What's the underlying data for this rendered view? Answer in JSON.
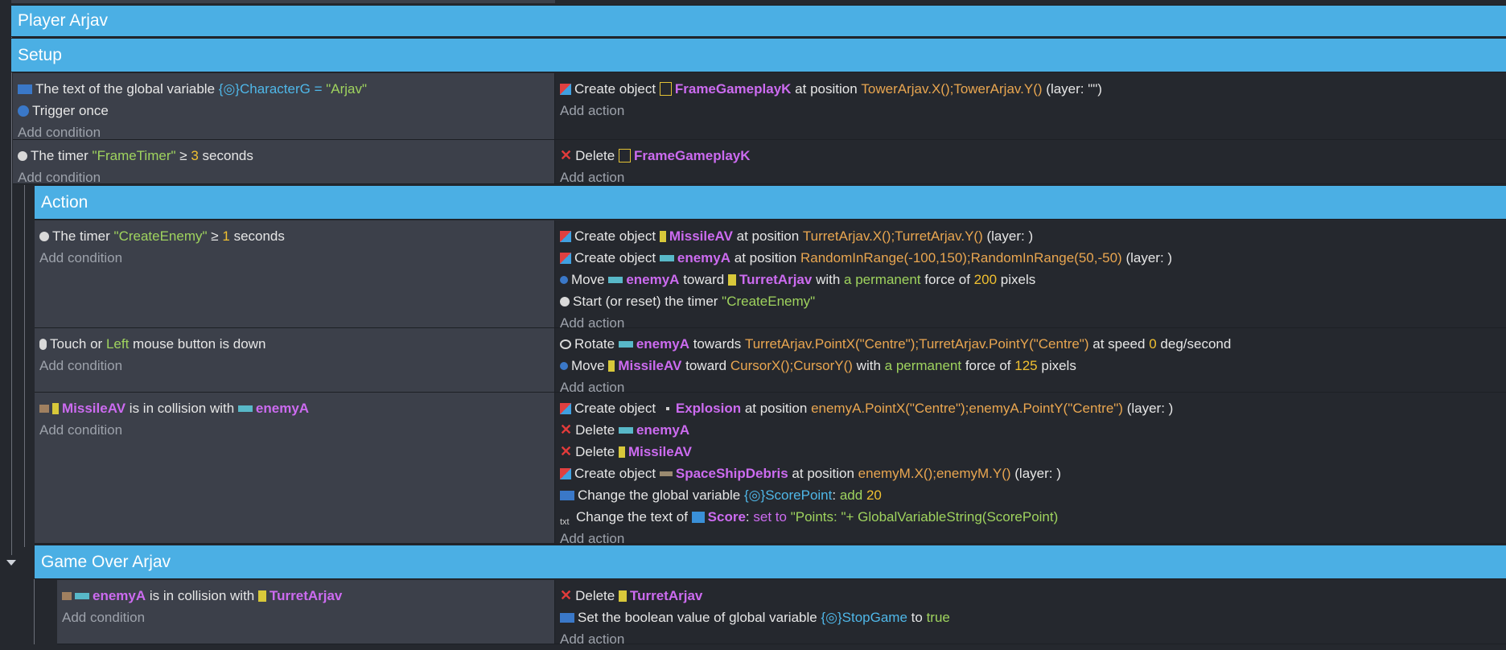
{
  "groups": {
    "player": "Player Arjav",
    "setup": "Setup",
    "action": "Action",
    "gameover": "Game Over Arjav"
  },
  "add_condition": "Add condition",
  "add_action": "Add action",
  "texts": {
    "the_text_of_global": "The text of the global variable",
    "characterG": "CharacterG",
    "eq": "=",
    "arjav_str": "\"Arjav\"",
    "trigger_once": "Trigger once",
    "create_object": "Create object",
    "frameGameplayK": "FrameGameplayK",
    "at_position": "at position",
    "tower_pos": "TowerArjav.X();TowerArjav.Y()",
    "layer_empty_q": "(layer: \"\")",
    "the_timer": "The timer",
    "frameTimer": "\"FrameTimer\"",
    "gte": "≥",
    "n3": "3",
    "seconds": "seconds",
    "delete": "Delete",
    "createEnemy": "\"CreateEnemy\"",
    "n1": "1",
    "missileAV": "MissileAV",
    "turret_pos": "TurretArjav.X();TurretArjav.Y()",
    "layer_blank": "(layer: )",
    "enemyA": "enemyA",
    "random_pos": "RandomInRange(-100,150);RandomInRange(50,-50)",
    "move": "Move",
    "toward": "toward",
    "turretArjav": "TurretArjav",
    "with": "with",
    "permanent": "a permanent",
    "force_of": "force of",
    "n200": "200",
    "pixels": "pixels",
    "start_timer": "Start (or reset) the timer",
    "touch_or": "Touch or",
    "left": "Left",
    "mouse_down": "mouse button is down",
    "rotate": "Rotate",
    "towards": "towards",
    "turret_centre": "TurretArjav.PointX(\"Centre\");TurretArjav.PointY(\"Centre\")",
    "at_speed": "at speed",
    "n0": "0",
    "deg_sec": "deg/second",
    "cursor_pos": "CursorX();CursorY()",
    "n125": "125",
    "is_in_collision": "is in collision with",
    "explosion": "Explosion",
    "enemy_centre": "enemyA.PointX(\"Centre\");enemyA.PointY(\"Centre\")",
    "spaceShipDebris": "SpaceShipDebris",
    "enemyM_pos": "enemyM.X();enemyM.Y()",
    "change_global": "Change the global variable",
    "scorePoint": "ScorePoint",
    "colon": ":",
    "add": "add",
    "n20": "20",
    "change_text_of": "Change the text of",
    "score": "Score",
    "set_to": "set to",
    "points_expr": "\"Points: \"+ GlobalVariableString(ScorePoint)",
    "set_boolean": "Set the boolean value of global variable",
    "stopGame": "StopGame",
    "to": "to",
    "true": "true"
  },
  "colors": {
    "group_bg": "#4bafe4",
    "condition_bg": "#3c404a",
    "action_bg": "#25282e",
    "object": "#cc6bf0",
    "string": "#9fd35e",
    "number": "#f0c030",
    "expression": "#e9a650",
    "variable": "#4fb7e8"
  }
}
